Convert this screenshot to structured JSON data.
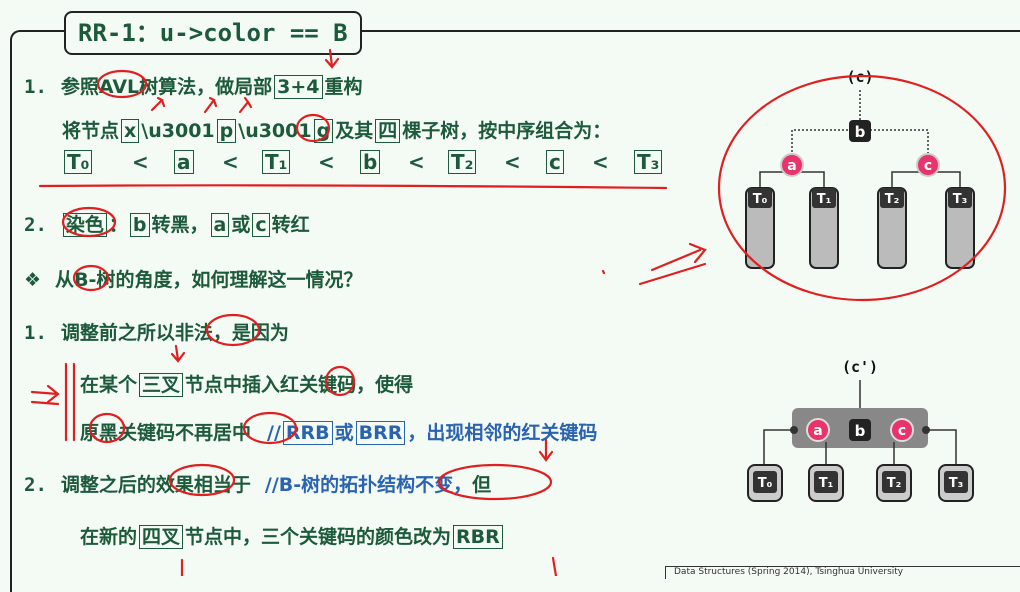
{
  "title": "RR-1：u->color == B",
  "step1": {
    "num": "1.",
    "line1_a": "参照",
    "line1_avl": "AVL",
    "line1_b": "树算法，做局部",
    "line1_box": "3+4",
    "line1_c": "重构",
    "line2_a": "将节点",
    "x": "x",
    "p": "p",
    "g": "g",
    "line2_b": "及其",
    "four": "四",
    "line2_c": "棵子树，按中序组合为："
  },
  "sequence": [
    "T₀",
    "<",
    "a",
    "<",
    "T₁",
    "<",
    "b",
    "<",
    "T₂",
    "<",
    "c",
    "<",
    "T₃"
  ],
  "step2": {
    "num": "2.",
    "dye": "染色",
    "colon": "：",
    "b": "b",
    "t1": "转黑，",
    "a": "a",
    "or": "或",
    "c": "c",
    "t2": "转红"
  },
  "question": {
    "bullet": "❖",
    "text_a": "从",
    "btree": "B-树",
    "text_b": "的角度，如何理解这一情况？"
  },
  "reason1": {
    "num": "1.",
    "a": "调整前之所以",
    "illegal": "非法",
    "b": "，是因为"
  },
  "reason1_line2": {
    "a": "在某个",
    "box": "三叉",
    "b": "节点中插入",
    "red": "红",
    "c": "关键码，使得"
  },
  "reason1_line3": {
    "a": "原黑关键码不再居中",
    "comment": "//",
    "rrb": "RRB",
    "or": "或",
    "brr": "BRR",
    "tail": "，出现相邻的红关键码"
  },
  "reason2": {
    "num": "2.",
    "a": "调整之后的效果相当于",
    "comment": "//B-树的拓扑结构不变，",
    "b": "但"
  },
  "reason2_line2": {
    "a": "在新的",
    "box": "四叉",
    "b": "节点中，三个关键码的颜色改为",
    "rbr": "RBR"
  },
  "diagram_c": {
    "label": "(c)",
    "root": "b",
    "left": "a",
    "right": "c",
    "leaves": [
      "T₀",
      "T₁",
      "T₂",
      "T₃"
    ]
  },
  "diagram_c2": {
    "label": "(c')",
    "keys": [
      "a",
      "b",
      "c"
    ],
    "leaves": [
      "T₀",
      "T₁",
      "T₂",
      "T₃"
    ]
  },
  "footer": "Data Structures (Spring 2014), Tsinghua University",
  "colors": {
    "text": "#1d5a3c",
    "blue": "#2a63b0",
    "red_node": "#e8336b",
    "annotation": "#e02020"
  }
}
